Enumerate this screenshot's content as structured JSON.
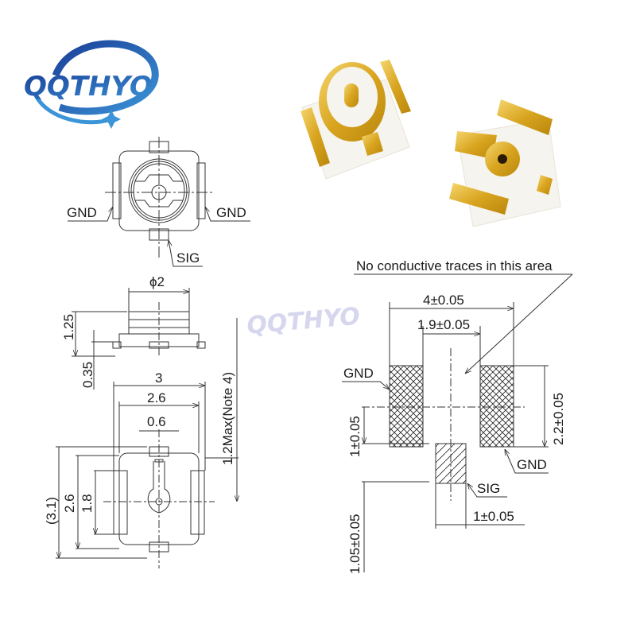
{
  "logo": {
    "brand": "QQTHYO",
    "watermark": "QQTHYO",
    "colors": {
      "primary": "#1f4fa8",
      "light": "#3b8fd6",
      "watermark": "#d6d6ee"
    }
  },
  "photo": {
    "description": "Two gold-plated U.FL / IPEX RF coaxial connectors on white bases",
    "colors": {
      "gold": "#d9a520",
      "gold_light": "#f3d36b",
      "base": "#f6f4ee"
    }
  },
  "top_view": {
    "labels": {
      "gnd_left": "GND",
      "gnd_right": "GND",
      "sig": "SIG"
    }
  },
  "side_view": {
    "dims": {
      "diameter": "ϕ2",
      "height": "1.25",
      "base": "0.35",
      "max": "1.2Max(Note 4)"
    }
  },
  "bottom_view": {
    "dims": {
      "width_outer": "3",
      "width_pads": "2.6",
      "sig_width": "0.6",
      "overall_height": "(3.1)",
      "body_height": "2.6",
      "pad_height": "1.8"
    }
  },
  "footprint": {
    "note": "No conductive traces in this area",
    "dims": {
      "total_width": "4±0.05",
      "gap": "1.9±0.05",
      "gnd_height": "2.2±0.05",
      "center_offset": "1±0.05",
      "sig_offset": "1.05±0.05",
      "sig_width": "1±0.05"
    },
    "labels": {
      "gnd_left": "GND",
      "gnd_right": "GND",
      "sig": "SIG"
    }
  }
}
